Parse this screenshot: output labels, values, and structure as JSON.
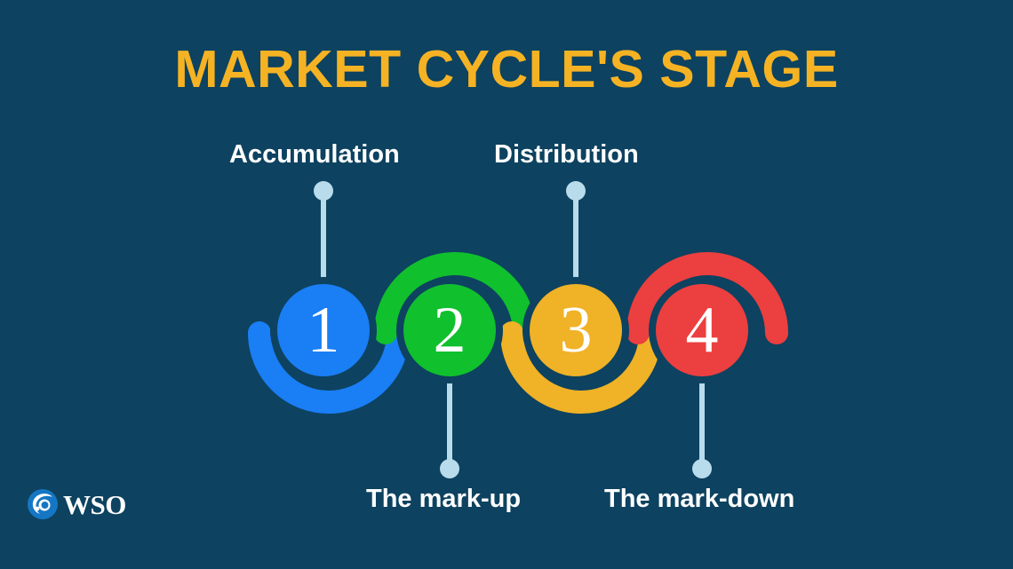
{
  "slide": {
    "title": "MARKET CYCLE'S STAGE",
    "background_color": "#0d4260",
    "title_color": "#f5b324"
  },
  "diagram": {
    "type": "market-cycle-wave",
    "connector_color": "#b8dcec",
    "stages": [
      {
        "number": "1",
        "label": "Accumulation",
        "label_position": "top",
        "color": "#1a7ef5",
        "arc_direction": "valley"
      },
      {
        "number": "2",
        "label": "The mark-up",
        "label_position": "bottom",
        "color": "#10c02d",
        "arc_direction": "peak"
      },
      {
        "number": "3",
        "label": "Distribution",
        "label_position": "top",
        "color": "#f0b226",
        "arc_direction": "valley"
      },
      {
        "number": "4",
        "label": "The mark-down",
        "label_position": "bottom",
        "color": "#ec3f3f",
        "arc_direction": "peak"
      }
    ]
  },
  "logo": {
    "text": "WSO",
    "mark_color": "#1577c4",
    "text_color": "#ffffff"
  }
}
